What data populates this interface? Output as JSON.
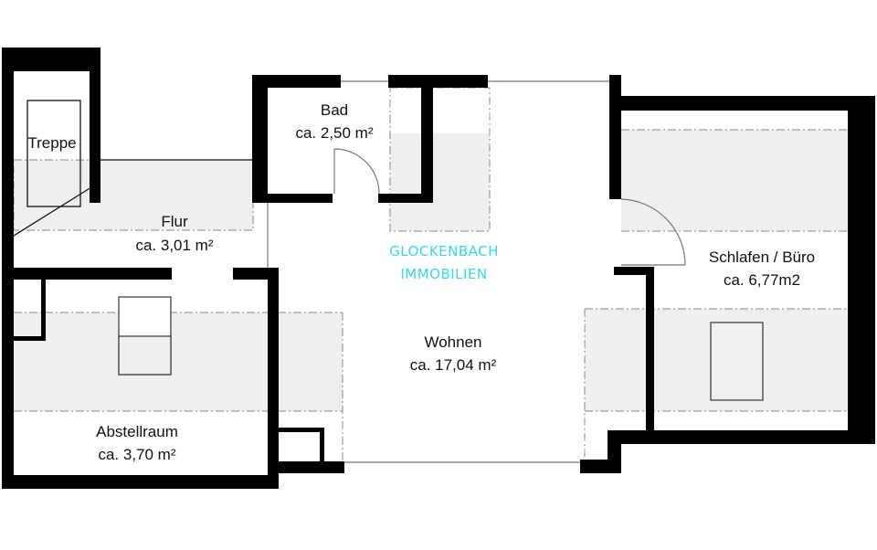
{
  "rooms": {
    "treppe": {
      "name": "Treppe"
    },
    "flur": {
      "name": "Flur",
      "area": "ca. 3,01 m²"
    },
    "bad": {
      "name": "Bad",
      "area": "ca. 2,50 m²"
    },
    "wohnen": {
      "name": "Wohnen",
      "area": "ca. 17,04 m²"
    },
    "schlafen": {
      "name": "Schlafen / Büro",
      "area": "ca. 6,77m2"
    },
    "abstellraum": {
      "name": "Abstellraum",
      "area": "ca. 3,70 m²"
    }
  },
  "watermark": {
    "line1": "GLOCKENBACH",
    "line2": "IMMOBILIEN",
    "color": "#3dd3e6"
  }
}
